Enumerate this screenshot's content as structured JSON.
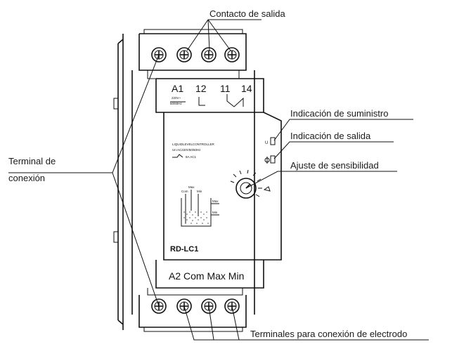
{
  "callouts": {
    "output_contact": "Contacto de salida",
    "terminal_line1": "Terminal de",
    "terminal_line2": "conexión",
    "supply_indication": "Indicación de suministro",
    "output_indication": "Indicación de salida",
    "sensitivity_adjust": "Ajuste de sensibilidad",
    "electrode_terminals": "Terminales para conexión de electrodo"
  },
  "device": {
    "top_labels": [
      "A1",
      "12",
      "11",
      "14"
    ],
    "supply_spec_1": "220V~",
    "supply_spec_2": "50/60Hz",
    "panel_line1": "LIQUIDLEVELCONTROLLER",
    "panel_line2": "Un:AC220V50/60Hz",
    "panel_line3": "8A AC1",
    "led_u": "U",
    "tank_com": "Com",
    "tank_max": "Max",
    "tank_min": "Min",
    "tank_max_side": "Max",
    "tank_min_side": "Min",
    "model": "RD-LC1",
    "bottom_labels": "A2 Com Max Min"
  },
  "icons": [
    "screw-terminal-icon",
    "led-indicator-icon",
    "knob-icon",
    "tank-icon"
  ]
}
